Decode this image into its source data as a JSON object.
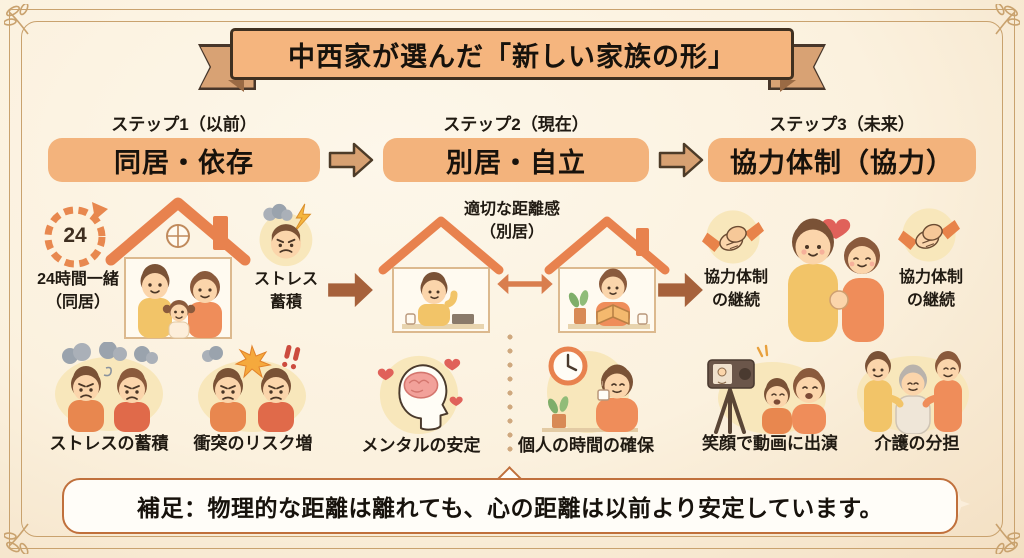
{
  "title": "中西家が選んだ「新しい家族の形」",
  "steps": [
    {
      "header": "ステップ1（以前）",
      "pill": "同居・依存"
    },
    {
      "header": "ステップ2（現在）",
      "pill": "別居・自立"
    },
    {
      "header": "ステップ3（未来）",
      "pill": "協力体制（協力）"
    }
  ],
  "scenes": {
    "before": {
      "clock_number": "24",
      "together_caption": "24時間一緒\n（同居）",
      "stress_caption": "ストレス\n蓄積"
    },
    "now": {
      "distance_caption": "適切な距離感\n（別居）"
    },
    "future": {
      "left_caption": "協力体制\nの継続",
      "right_caption": "協力体制\nの継続"
    }
  },
  "outcomes": [
    "ストレスの蓄積",
    "衝突のリスク増",
    "メンタルの安定",
    "個人の時間の確保",
    "笑顔で動画に出演",
    "介護の分担"
  ],
  "note": "補足：物理的な距離は離れても、心の距離は以前より安定しています。",
  "icons": {
    "clock": "24-hour-clock-icon",
    "stress": "angry-face-storm-icon",
    "handshake": "handshake-icon",
    "heart": "heart-icon",
    "brain": "brain-profile-icon",
    "camera": "video-camera-tripod-icon"
  },
  "colors": {
    "background": "#fbf1de",
    "frame": "#c9a26e",
    "ribbon": "#f5b57e",
    "pill": "#f3b37c",
    "arrow_outlined": "#d7a172",
    "arrow_solid": "#a6613b",
    "double_arrow": "#d97e4e",
    "note_border": "#c0703c",
    "icon_circle": "#f8e7bb",
    "roof_orange": "#e8824e"
  }
}
